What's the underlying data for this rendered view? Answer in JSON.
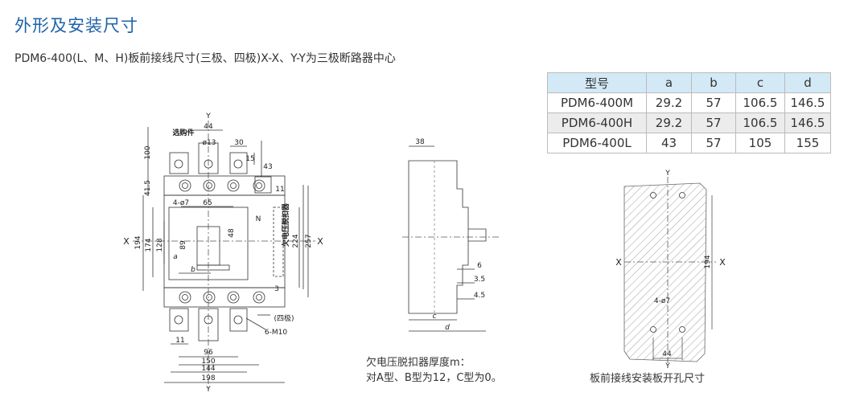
{
  "header": {
    "title": "外形及安装尺寸",
    "subtitle": "PDM6-400(L、M、H)板前接线尺寸(三极、四极)X-X、Y-Y为三极断路器中心"
  },
  "table": {
    "headers": [
      "型号",
      "a",
      "b",
      "c",
      "d"
    ],
    "rows": [
      [
        "PDM6-400M",
        "29.2",
        "57",
        "106.5",
        "146.5"
      ],
      [
        "PDM6-400H",
        "29.2",
        "57",
        "106.5",
        "146.5"
      ],
      [
        "PDM6-400L",
        "43",
        "57",
        "105",
        "155"
      ]
    ]
  },
  "front": {
    "y": "Y",
    "x": "X",
    "d44": "44",
    "opt": "选购件",
    "d13": "ø13",
    "d30": "30",
    "d15": "15",
    "d43": "43",
    "d100": "100",
    "d41_5": "41.5",
    "d11": "11",
    "d4phi7": "4-ø7",
    "d65": "65",
    "n": "N",
    "uv": "欠电压脱扣器",
    "d48": "48",
    "d89": "89",
    "d128": "128",
    "d174": "174",
    "d194": "194",
    "d224": "224",
    "d257": "257",
    "a": "a",
    "b": "b",
    "d3": "3",
    "four": "(四极)",
    "m10": "6-M10",
    "d11b": "11",
    "d96": "96",
    "d150": "150",
    "d144": "144",
    "d198": "198"
  },
  "side": {
    "d38": "38",
    "d6": "6",
    "d3_5": "3.5",
    "d4_5": "4.5",
    "c": "c",
    "d": "d"
  },
  "cutout": {
    "y": "Y",
    "x": "X",
    "d194": "194",
    "d4phi7": "4-ø7",
    "d44": "44"
  },
  "captions": {
    "side_line1": "欠电压脱扣器厚度m：",
    "side_line2": "对A型、B型为12，C型为0。",
    "cutout": "板前接线安装板开孔尺寸"
  }
}
